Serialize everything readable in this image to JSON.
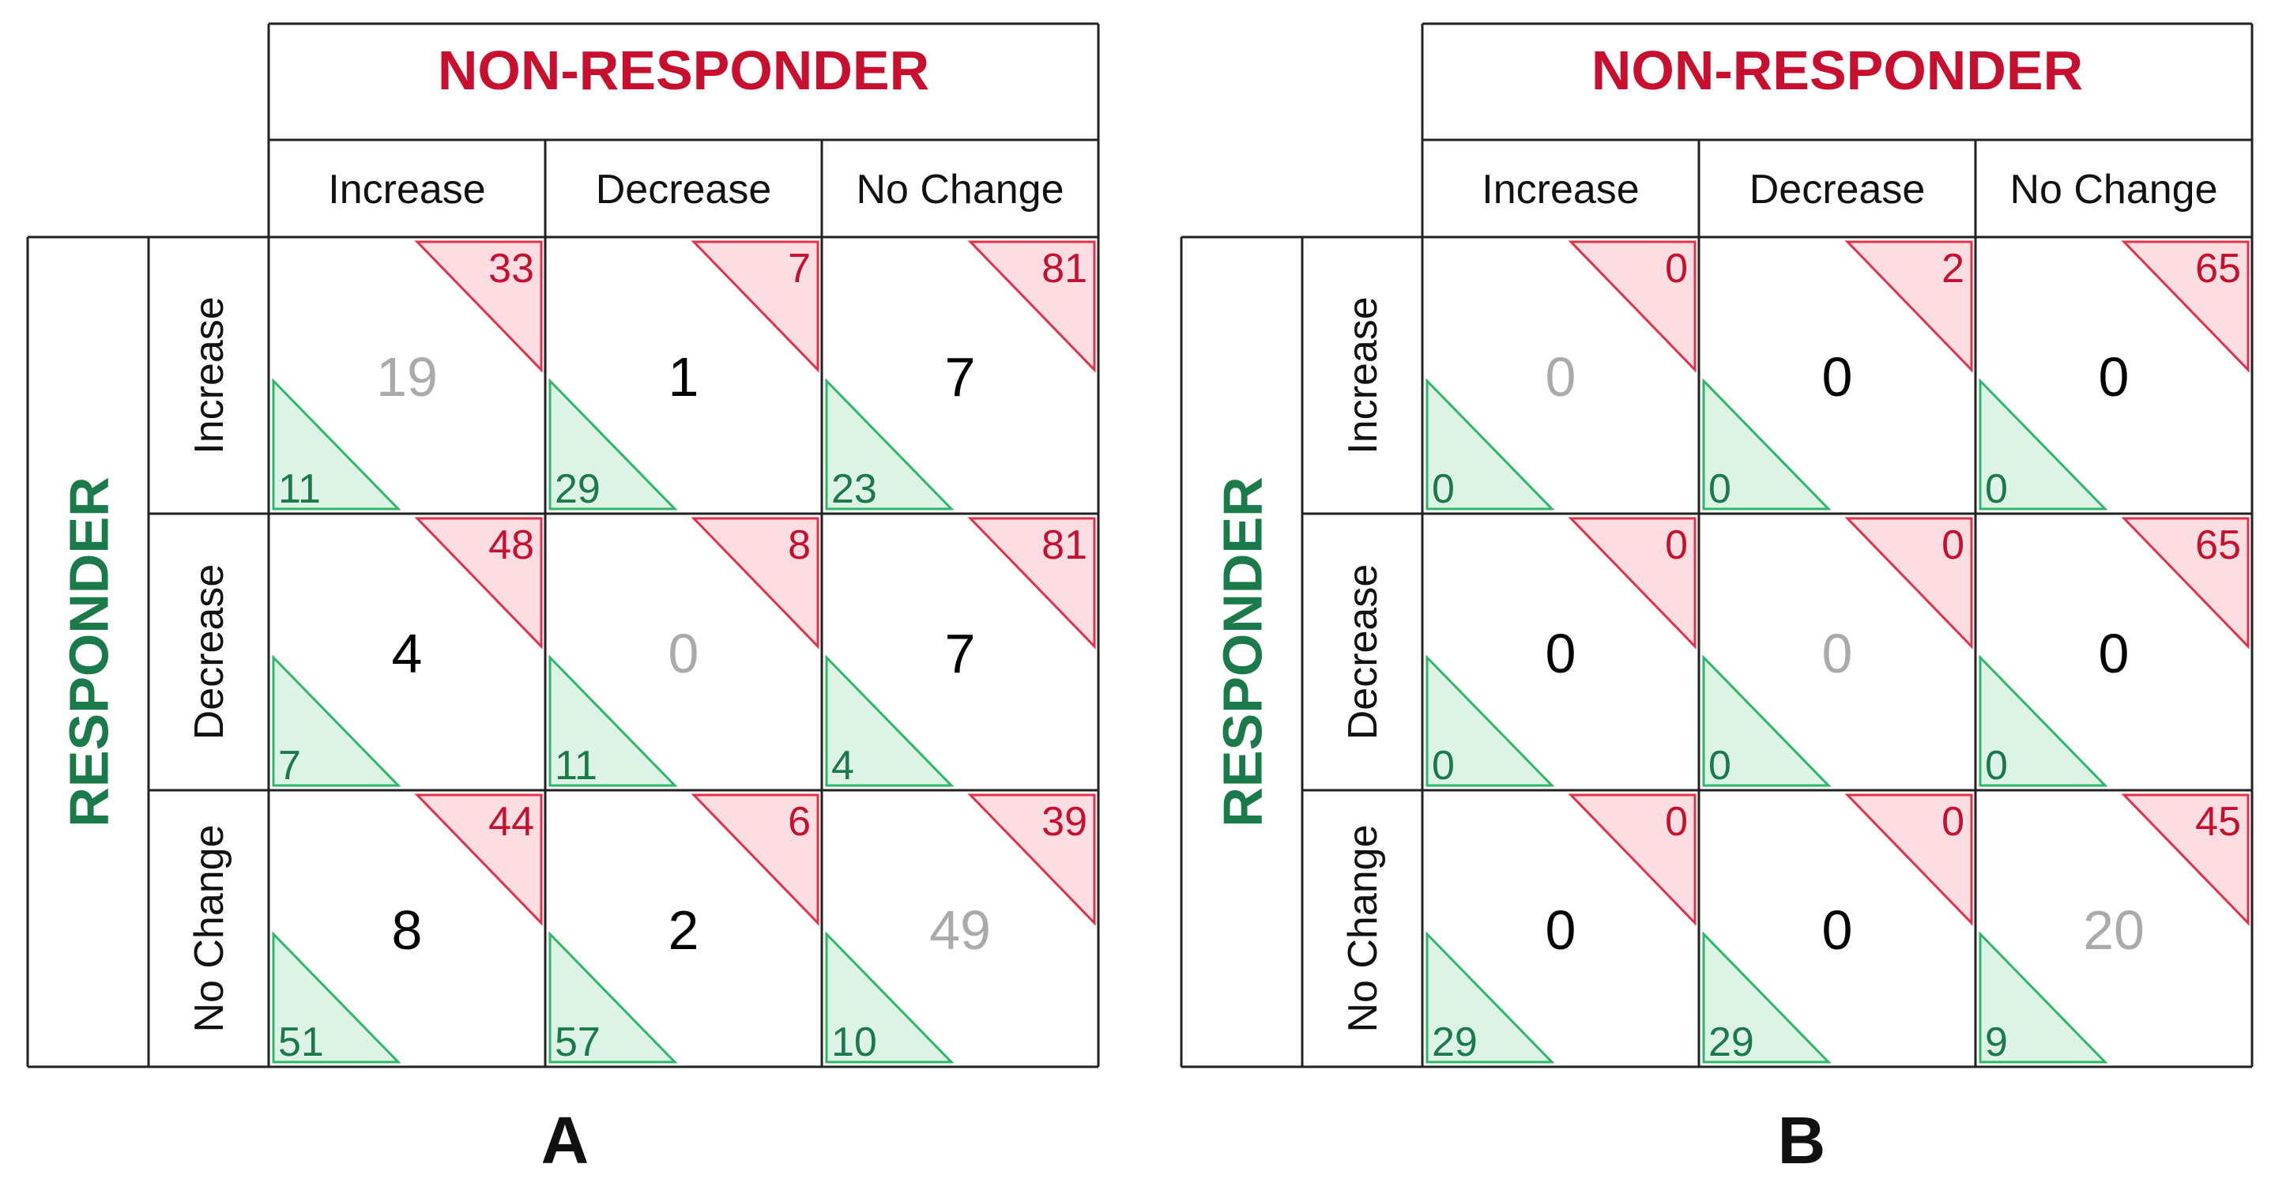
{
  "colors": {
    "red": "#c8102e",
    "green": "#1b7a4a",
    "gray": "#aaaaaa",
    "black": "#000000",
    "tri_red_fill": "#fcdde1",
    "tri_red_stroke": "#e0334a",
    "tri_green_fill": "#ddf3e6",
    "tri_green_stroke": "#2cb865",
    "grid": "#222222"
  },
  "headers": {
    "column_group": "NON-RESPONDER",
    "row_group": "RESPONDER",
    "columns": [
      "Increase",
      "Decrease",
      "No Change"
    ],
    "rows": [
      "Increase",
      "Decrease",
      "No Change"
    ]
  },
  "panels": [
    {
      "label": "A",
      "cells": [
        [
          {
            "center": "19",
            "gray": true,
            "red": "33",
            "green": "11"
          },
          {
            "center": "1",
            "gray": false,
            "red": "7",
            "green": "29"
          },
          {
            "center": "7",
            "gray": false,
            "red": "81",
            "green": "23"
          }
        ],
        [
          {
            "center": "4",
            "gray": false,
            "red": "48",
            "green": "7"
          },
          {
            "center": "0",
            "gray": true,
            "red": "8",
            "green": "11"
          },
          {
            "center": "7",
            "gray": false,
            "red": "81",
            "green": "4"
          }
        ],
        [
          {
            "center": "8",
            "gray": false,
            "red": "44",
            "green": "51"
          },
          {
            "center": "2",
            "gray": false,
            "red": "6",
            "green": "57"
          },
          {
            "center": "49",
            "gray": true,
            "red": "39",
            "green": "10"
          }
        ]
      ]
    },
    {
      "label": "B",
      "cells": [
        [
          {
            "center": "0",
            "gray": true,
            "red": "0",
            "green": "0"
          },
          {
            "center": "0",
            "gray": false,
            "red": "2",
            "green": "0"
          },
          {
            "center": "0",
            "gray": false,
            "red": "65",
            "green": "0"
          }
        ],
        [
          {
            "center": "0",
            "gray": false,
            "red": "0",
            "green": "0"
          },
          {
            "center": "0",
            "gray": true,
            "red": "0",
            "green": "0"
          },
          {
            "center": "0",
            "gray": false,
            "red": "65",
            "green": "0"
          }
        ],
        [
          {
            "center": "0",
            "gray": false,
            "red": "0",
            "green": "29"
          },
          {
            "center": "0",
            "gray": false,
            "red": "0",
            "green": "29"
          },
          {
            "center": "20",
            "gray": true,
            "red": "45",
            "green": "9"
          }
        ]
      ]
    }
  ]
}
